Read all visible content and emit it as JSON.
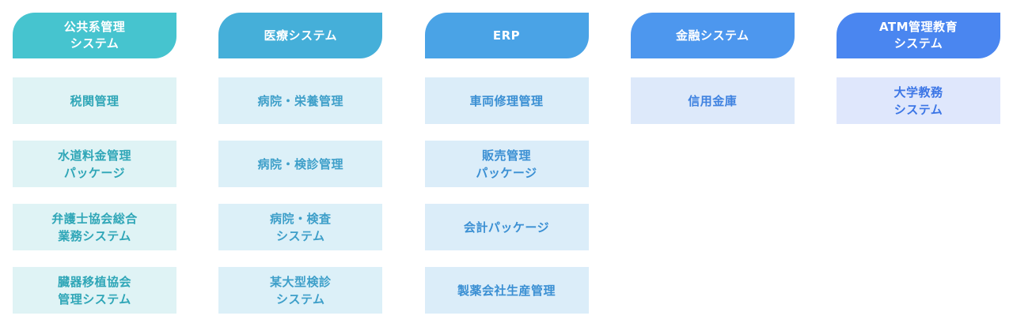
{
  "columns": [
    {
      "category": "公共系管理\nシステム",
      "items": [
        "税関管理",
        "水道料金管理\nパッケージ",
        "弁護士協会総合\n業務システム",
        "臓器移植協会\n管理システム"
      ]
    },
    {
      "category": "医療システム",
      "items": [
        "病院・栄養管理",
        "病院・検診管理",
        "病院・検査\nシステム",
        "某大型検診\nシステム"
      ]
    },
    {
      "category": "ERP",
      "items": [
        "車両修理管理",
        "販売管理\nパッケージ",
        "会計パッケージ",
        "製薬会社生産管理"
      ]
    },
    {
      "category": "金融システム",
      "items": [
        "信用金庫"
      ]
    },
    {
      "category": "ATM管理教育\nシステム",
      "items": [
        "大学教務\nシステム"
      ]
    }
  ],
  "colors": {
    "category_backgrounds": [
      "#46c4cf",
      "#45afd9",
      "#4aa3e6",
      "#4d97ee",
      "#4a86f0"
    ],
    "item_backgrounds": [
      "#dff3f5",
      "#dcf0f8",
      "#dbedf9",
      "#dde9fa",
      "#dfe7fc"
    ],
    "item_text": [
      "#2fa6b7",
      "#3e9fc9",
      "#3a8fd3",
      "#3f82e0",
      "#3c76e6"
    ]
  }
}
